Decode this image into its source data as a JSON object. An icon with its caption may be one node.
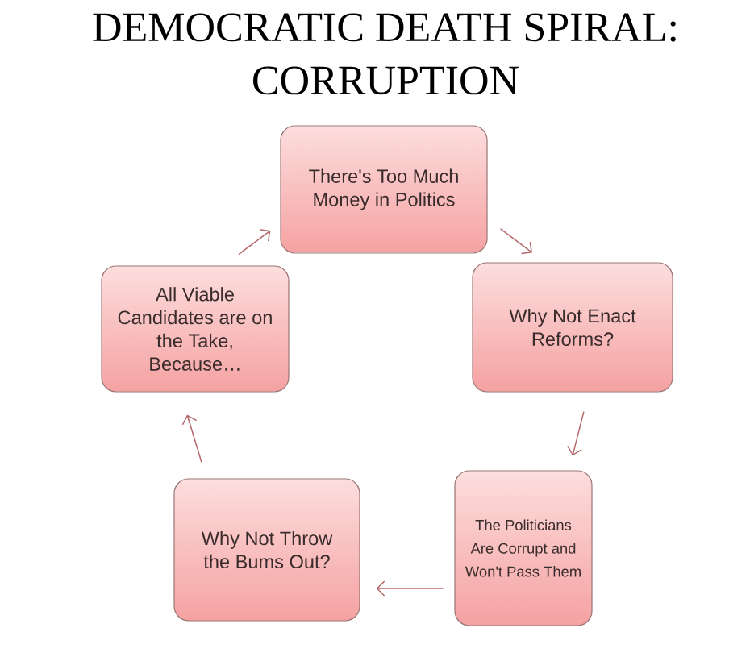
{
  "diagram": {
    "title": "DEMOCRATIC DEATH SPIRAL: CORRUPTION",
    "nodes": [
      {
        "text": [
          "There's Too Much Money in Politics"
        ]
      },
      {
        "text": [
          "Why Not Enact Reforms?"
        ]
      },
      {
        "text": [
          "The Politicians Are Corrupt and Won't Pass Them"
        ]
      },
      {
        "text": [
          "Why Not Throw the Bums Out?"
        ]
      },
      {
        "text": [
          "All Viable Candidates are on the Take, Because…"
        ]
      }
    ],
    "edges": [
      {
        "from": 4,
        "to": 0,
        "arrow": "to"
      },
      {
        "from": 0,
        "to": 1,
        "arrow": "to"
      },
      {
        "from": 1,
        "to": 2,
        "arrow": "to"
      },
      {
        "from": 2,
        "to": 3,
        "arrow": "to"
      },
      {
        "from": 3,
        "to": 4,
        "arrow": "to"
      }
    ]
  }
}
